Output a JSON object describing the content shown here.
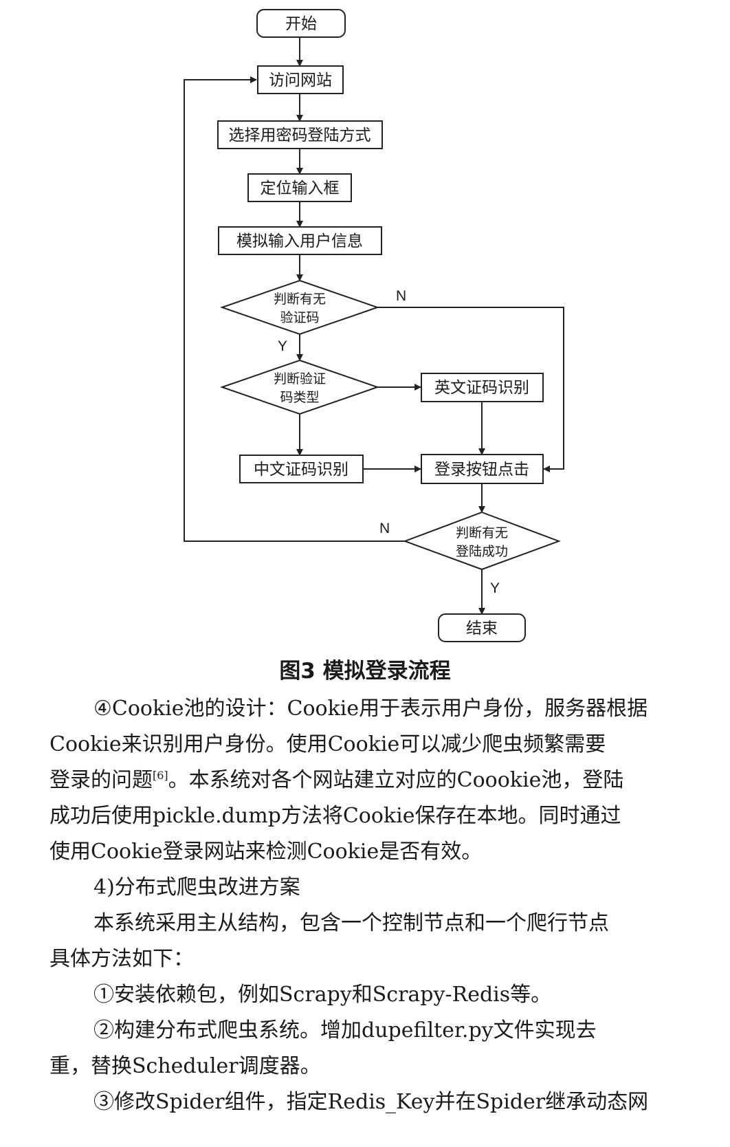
{
  "figure": {
    "nodes": {
      "start": "开始",
      "visit": "访问网站",
      "choose_login": "选择用密码登陆方式",
      "locate_input": "定位输入框",
      "simulate_input": "模拟输入用户信息",
      "has_captcha_1": "判断有无",
      "has_captcha_2": "验证码",
      "captcha_type_1": "判断验证",
      "captcha_type_2": "码类型",
      "english_captcha": "英文证码识别",
      "chinese_captcha": "中文证码识别",
      "click_login": "登录按钮点击",
      "login_success_1": "判断有无",
      "login_success_2": "登陆成功",
      "end": "结束"
    },
    "labels": {
      "no_captcha": "N",
      "yes_captcha": "Y",
      "login_fail": "N",
      "login_ok": "Y"
    },
    "caption": "图3  模拟登录流程"
  },
  "body": {
    "lines": [
      "④Cookie池的设计：Cookie用于表示用户身份，服务器根据",
      "Cookie来识别用户身份。使用Cookie可以减少爬虫频繁需要",
      "登录的问题",
      "[6]",
      "。本系统对各个网站建立对应的Coookie池，登陆",
      "成功后使用pickle.dump方法将Cookie保存在本地。同时通过",
      "使用Cookie登录网站来检测Cookie是否有效。",
      "4)分布式爬虫改进方案",
      "本系统采用主从结构，包含一个控制节点和一个爬行节点",
      "具体方法如下：",
      "①安装依赖包，例如Scrapy和Scrapy-Redis等。",
      "②构建分布式爬虫系统。增加dupefilter.py文件实现去",
      "重，替换Scheduler调度器。",
      "③修改Spider组件，指定Redis_Key并在Spider继承动态网"
    ]
  }
}
